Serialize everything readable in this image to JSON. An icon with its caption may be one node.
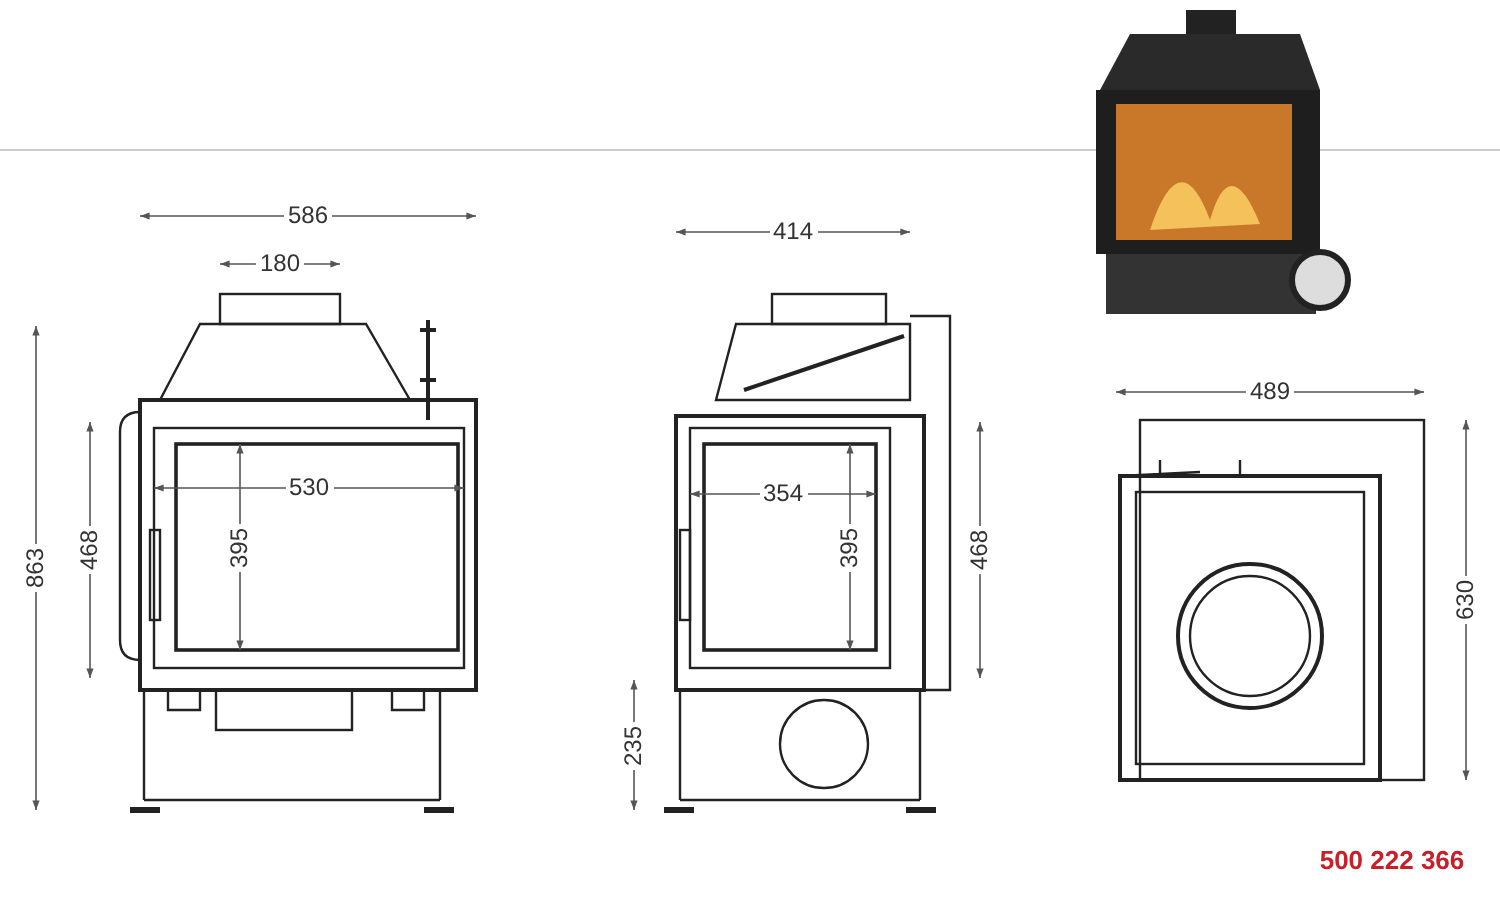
{
  "diagram": {
    "labels": [
      "586",
      "180",
      "414",
      "863",
      "468",
      "530",
      "395",
      "354",
      "395",
      "468",
      "489",
      "630",
      "235",
      "500 222 366"
    ]
  }
}
